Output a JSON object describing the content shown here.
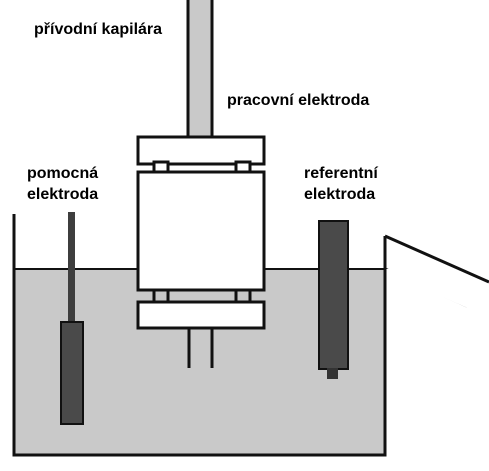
{
  "labels": {
    "supply_capillary": "přívodní kapilára",
    "working_electrode": "pracovní elektroda",
    "auxiliary_electrode_line1": "pomocná",
    "auxiliary_electrode_line2": "elektroda",
    "reference_electrode_line1": "referentní",
    "reference_electrode_line2": "elektroda"
  },
  "colors": {
    "electrolyte": "#c9c9c9",
    "electrode_dark": "#4a4a4a",
    "outline": "#111111",
    "background": "#ffffff"
  }
}
